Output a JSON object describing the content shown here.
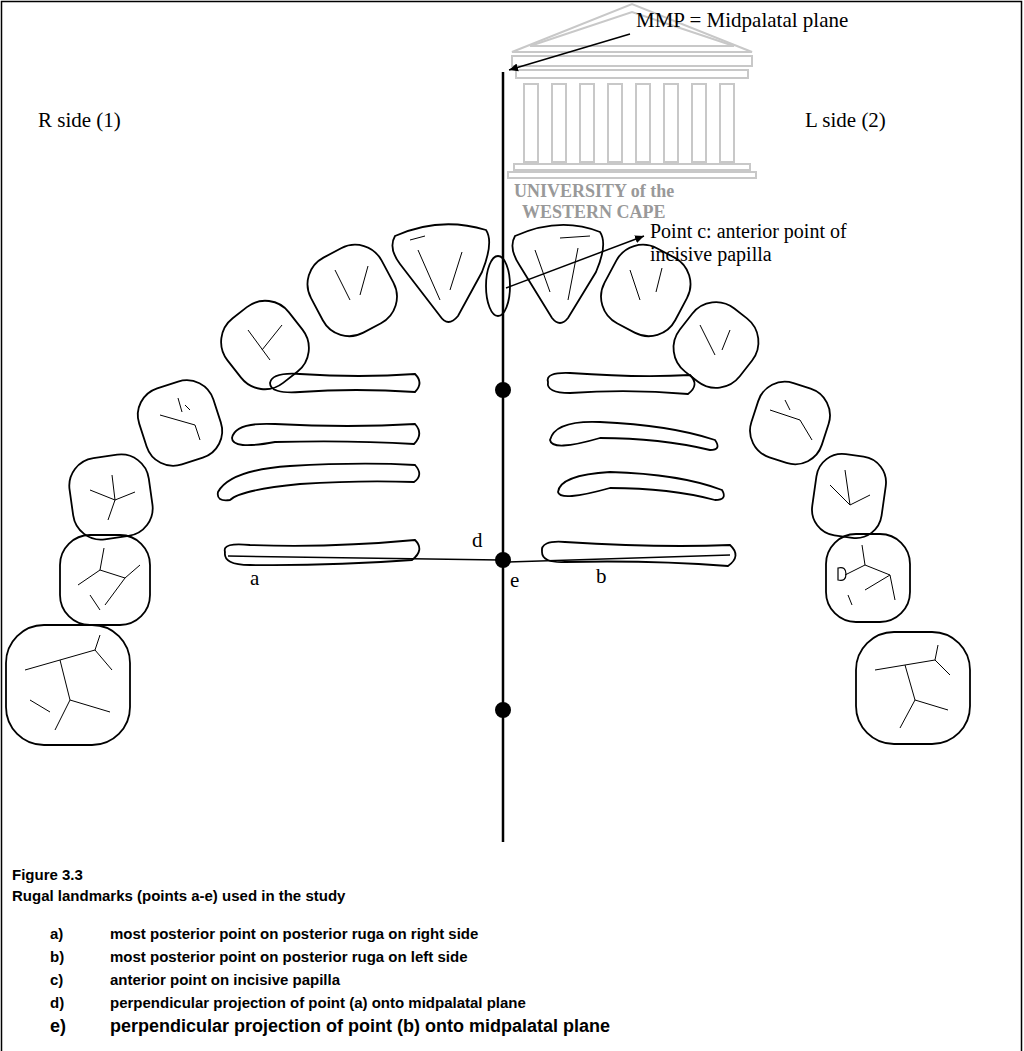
{
  "diagram": {
    "title": "Figure 3.3",
    "caption": "Rugal landmarks (points a-e) used in the study",
    "labels": [
      "MMP = Midpalatal plane",
      "R side (1)",
      "L side (2)",
      "UNIVERSITY of the",
      "WESTERN CAPE",
      "Point c: anterior point of incisive papilla",
      "d",
      "a",
      "e",
      "b",
      "a)",
      "most posterior point on posterior ruga on right side",
      "b)",
      "most posterior point on posterior ruga on left side",
      "c)",
      "anterior point on incisive papilla",
      "d)",
      "perpendicular projection of point (a) onto midpalatal plane",
      "e)",
      "perpendicular projection of point (b) onto midpalatal plane"
    ]
  }
}
